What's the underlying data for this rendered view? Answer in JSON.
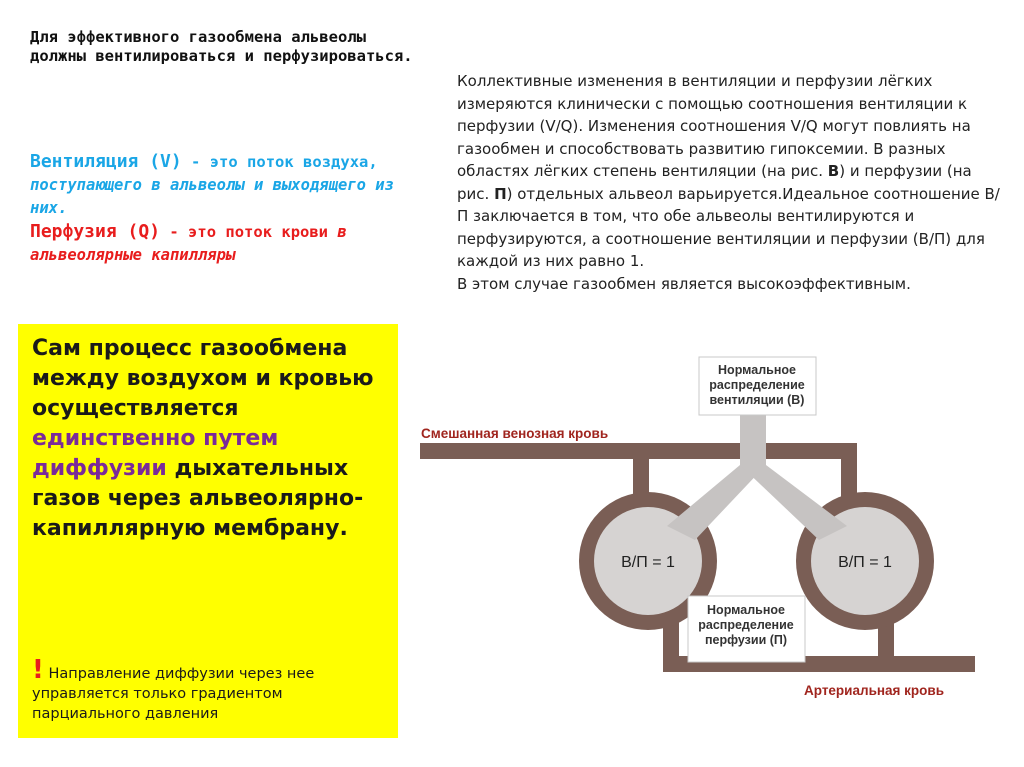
{
  "intro": "Для эффективного газообмена альвеолы должны вентилироваться и перфузироваться.",
  "ventilation": {
    "term": "Вентиляция (V)",
    "text_a": " - это поток воздуха, ",
    "text_b": "поступающего в альвеолы и выходящего из них."
  },
  "perfusion": {
    "term": "Перфузия (Q)",
    "text_a": " - это поток крови ",
    "text_b": "в альвеолярные капилляры"
  },
  "yellow_box": {
    "main_a": "Сам процесс газообмена между воздухом и кровью осуществляется ",
    "main_b": "единственно путем диффузии",
    "main_c": " дыхательных газов через альвеолярно-капиллярную мембрану.",
    "mark": "!",
    "note": " Направление диффузии через нее управляется только градиентом парциального давления"
  },
  "paragraph": {
    "p1": "Коллективные изменения в вентиляции и перфузии лёгких измеряются клинически с помощью соотношения вентиляции к перфузии (V/Q). Изменения соотношения V/Q могут повлиять на газообмен и способствовать развитию гипоксемии. В разных областях лёгких степень вентиляции (на рис. ",
    "b1": "В",
    "p2": ") и перфузии (на рис. ",
    "b2": "П",
    "p3": ") отдельных альвеол варьируется.Идеальное соотношение В/П заключается в том, что обе альвеолы вентилируются и перфузируются, а соотношение вентиляции и перфузии (В/П) для каждой из них равно 1.",
    "p4": "В этом случае газообмен является высокоэффективным."
  },
  "diagram": {
    "ventilation_box": [
      "Нормальное",
      "распределение",
      "вентиляции (В)"
    ],
    "perfusion_box": [
      "Нормальное",
      "распределение",
      "перфузии (П)"
    ],
    "mixed_blood": "Смешанная венозная кровь",
    "arterial_blood": "Артериальная кровь",
    "left_ratio": "В/П = 1",
    "right_ratio": "В/П = 1",
    "colors": {
      "vessel": "#7a5e55",
      "alveolus": "#d6d3d2",
      "airway": "#c6c3c2",
      "label": "#a0251e"
    }
  }
}
